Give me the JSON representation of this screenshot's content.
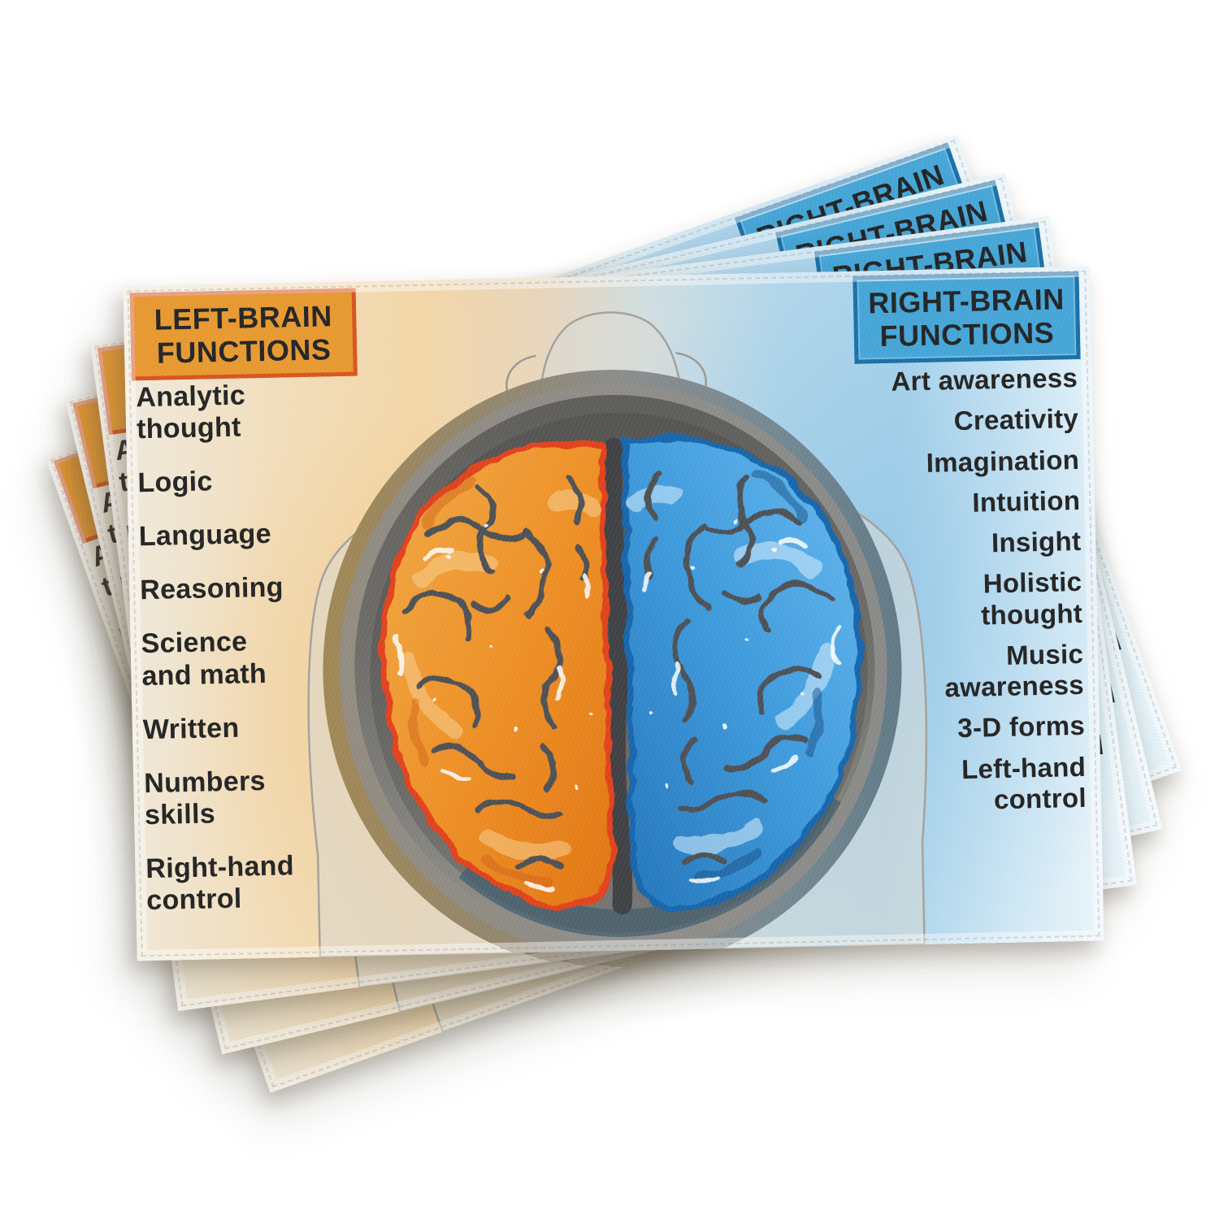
{
  "placemat_design": {
    "left_panel": {
      "header": "LEFT-BRAIN\nFUNCTIONS",
      "header_bg": "#e8992f",
      "header_border": "#d9541e",
      "items": [
        "Analytic\nthought",
        "Logic",
        "Language",
        "Reasoning",
        "Science\nand math",
        "Written",
        "Numbers\nskills",
        "Right-hand\ncontrol"
      ]
    },
    "right_panel": {
      "header": "RIGHT-BRAIN\nFUNCTIONS",
      "header_bg": "#45a6d8",
      "header_border": "#1b6fa8",
      "items": [
        "Art awareness",
        "Creativity",
        "Imagination",
        "Intuition",
        "Insight",
        "Holistic\nthought",
        "Music\nawareness",
        "3-D forms",
        "Left-hand\ncontrol"
      ]
    },
    "brain": {
      "left_hemisphere_color": "#ee8e24",
      "left_rim_color": "#e2431c",
      "right_hemisphere_color": "#3e9bdd",
      "right_rim_color": "#1566ad",
      "sulci_color": "#4e5156"
    },
    "stack_count": 4
  }
}
